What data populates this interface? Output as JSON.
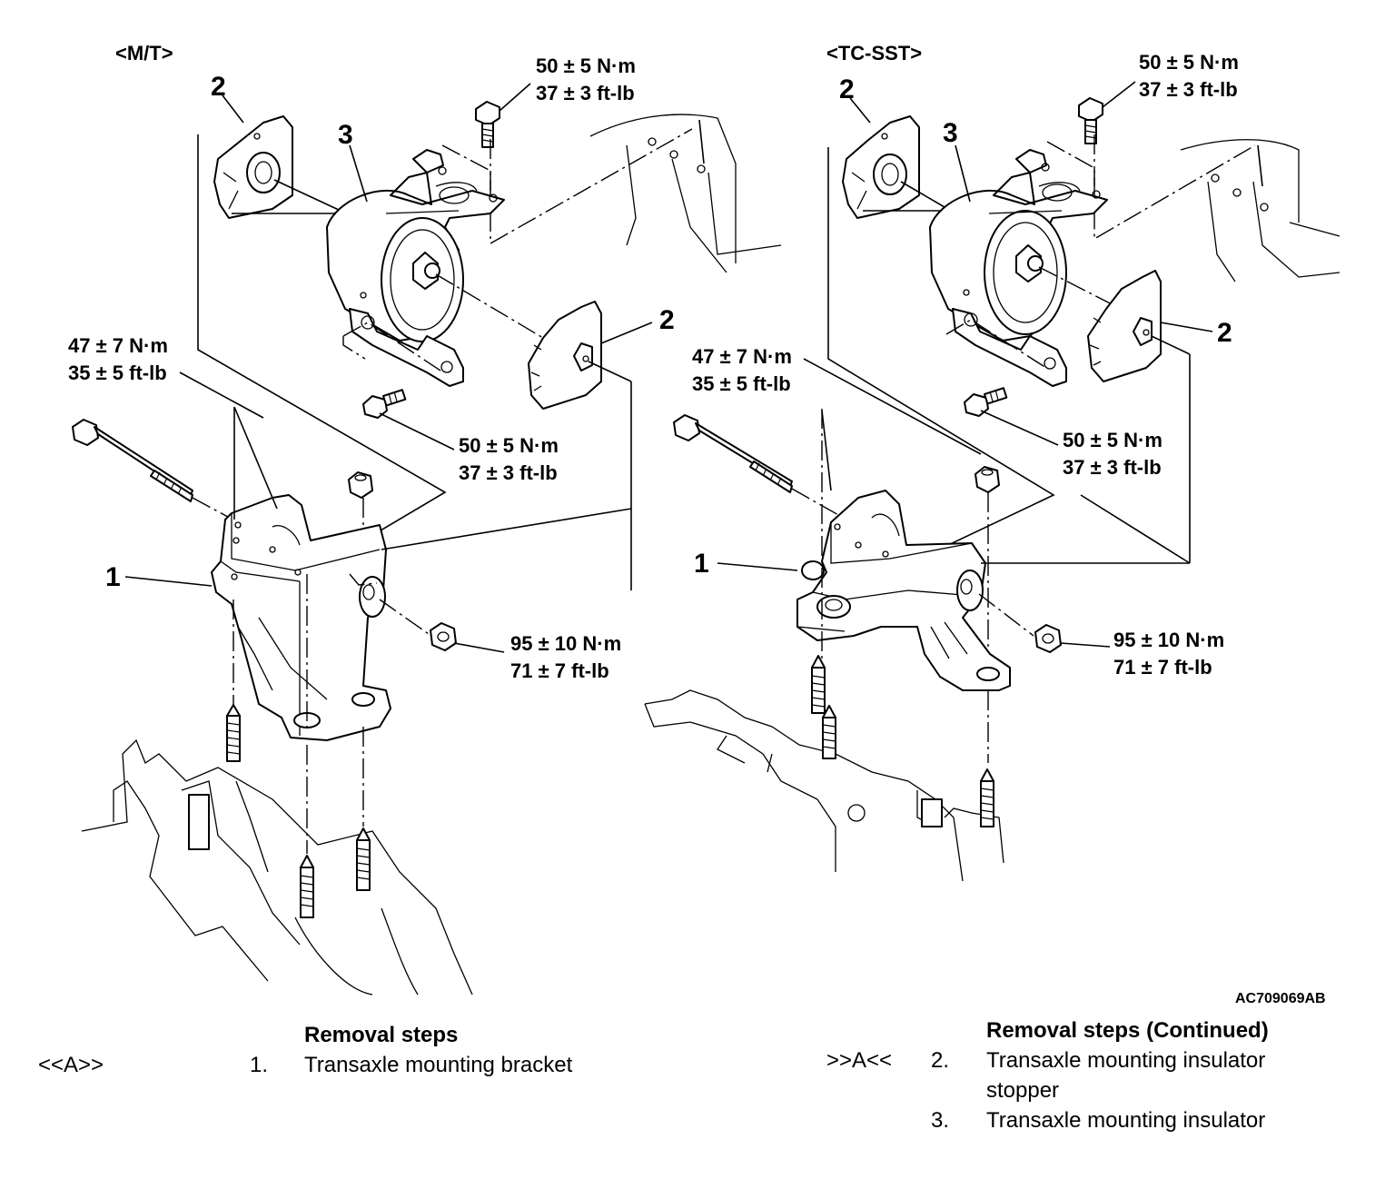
{
  "variants": {
    "mt": "<M/T>",
    "tcsst": "<TC-SST>"
  },
  "torques": {
    "mt_top": {
      "nm": "50 ± 5 N·m",
      "ftlb": "37 ± 3 ft-lb"
    },
    "mt_left": {
      "nm": "47 ± 7 N·m",
      "ftlb": "35 ± 5 ft-lb"
    },
    "mt_mid": {
      "nm": "50 ± 5 N·m",
      "ftlb": "37 ± 3 ft-lb"
    },
    "mt_bottom": {
      "nm": "95 ± 10 N·m",
      "ftlb": "71 ± 7 ft-lb"
    },
    "tc_top": {
      "nm": "50 ± 5 N·m",
      "ftlb": "37 ± 3 ft-lb"
    },
    "tc_left": {
      "nm": "47 ± 7 N·m",
      "ftlb": "35 ± 5 ft-lb"
    },
    "tc_mid": {
      "nm": "50 ± 5 N·m",
      "ftlb": "37 ± 3 ft-lb"
    },
    "tc_bottom": {
      "nm": "95 ± 10 N·m",
      "ftlb": "71 ± 7 ft-lb"
    }
  },
  "callouts": {
    "one": "1",
    "two": "2",
    "three": "3"
  },
  "figure_code": "AC709069AB",
  "removal_left": {
    "heading": "Removal steps",
    "items": [
      {
        "marker": "<<A>>",
        "num": "1.",
        "text": "Transaxle mounting bracket"
      }
    ]
  },
  "removal_right": {
    "heading": "Removal steps (Continued)",
    "items": [
      {
        "marker": ">>A<<",
        "num": "2.",
        "text": "Transaxle mounting insulator",
        "text2": "stopper"
      },
      {
        "marker": "",
        "num": "3.",
        "text": "Transaxle mounting insulator"
      }
    ]
  }
}
